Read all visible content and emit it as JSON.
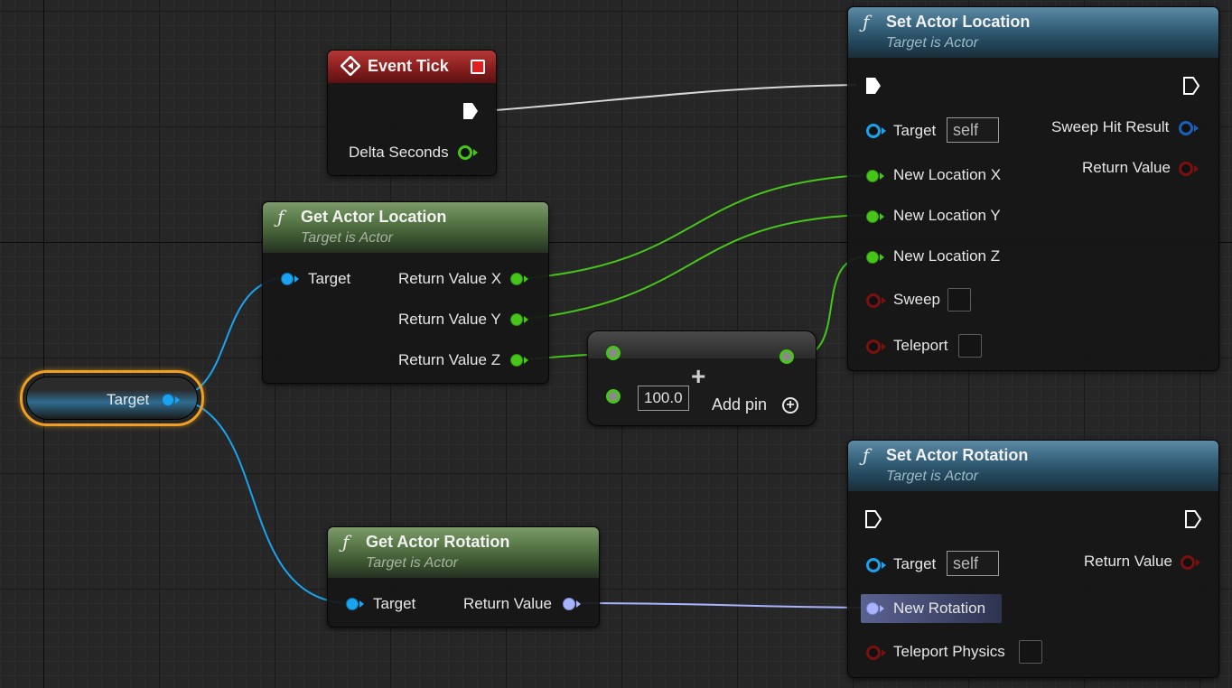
{
  "colors": {
    "exec": "#ffffff",
    "float": "#46c61a",
    "object": "#1aa3ee",
    "boolean": "#7a1010",
    "rotator": "#a8b4ff",
    "selection": "#f0a020"
  },
  "icons": {
    "function": "function-icon",
    "event": "event-diamond-icon",
    "breakpoint": "stop-icon",
    "add": "plus-circle-icon"
  },
  "event_tick": {
    "title": "Event Tick",
    "delta_seconds": "Delta Seconds"
  },
  "get_location": {
    "icon": "ƒ",
    "title": "Get Actor Location",
    "subtitle": "Target is Actor",
    "target": "Target",
    "rv_x": "Return Value X",
    "rv_y": "Return Value Y",
    "rv_z": "Return Value Z"
  },
  "get_rotation": {
    "icon": "ƒ",
    "title": "Get Actor Rotation",
    "subtitle": "Target is Actor",
    "target": "Target",
    "return_value": "Return Value"
  },
  "target_var": {
    "label": "Target"
  },
  "add_node": {
    "plus": "+",
    "value": "100.0",
    "add_pin": "Add pin"
  },
  "set_location": {
    "icon": "ƒ",
    "title": "Set Actor Location",
    "subtitle": "Target is Actor",
    "target": "Target",
    "target_value": "self",
    "new_x": "New Location X",
    "new_y": "New Location Y",
    "new_z": "New Location Z",
    "sweep": "Sweep",
    "teleport": "Teleport",
    "sweep_hit": "Sweep Hit Result",
    "return_value": "Return Value"
  },
  "set_rotation": {
    "icon": "ƒ",
    "title": "Set Actor Rotation",
    "subtitle": "Target is Actor",
    "target": "Target",
    "target_value": "self",
    "new_rotation": "New Rotation",
    "teleport_physics": "Teleport Physics",
    "return_value": "Return Value"
  }
}
